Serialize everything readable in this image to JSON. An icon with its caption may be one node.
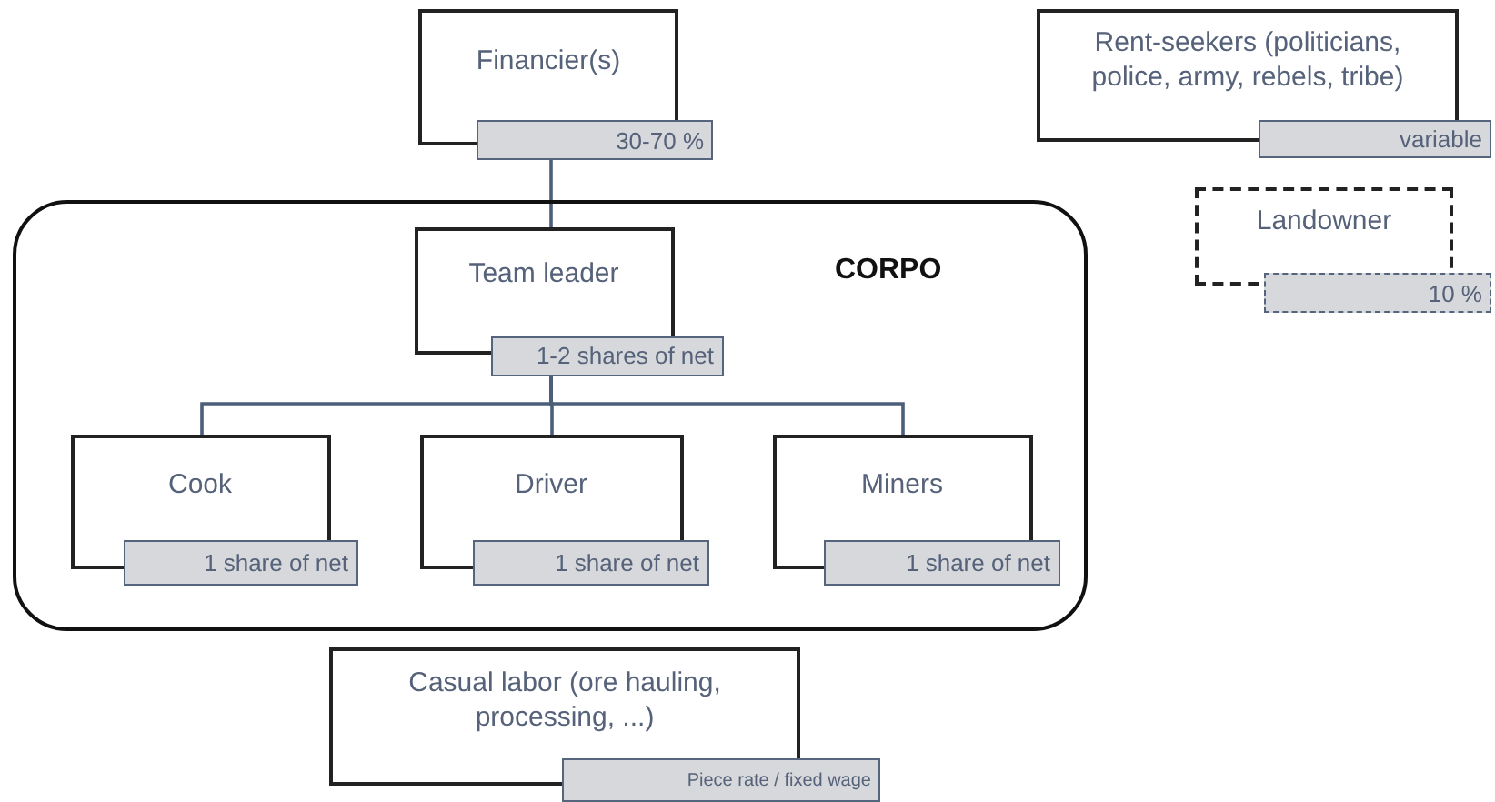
{
  "diagram": {
    "nodes": [
      {
        "text": [
          "Financier(s)",
          "30-70 %"
        ]
      },
      {
        "text": [
          "Rent-seekers (politicians, police, army, rebels, tribe)",
          "variable"
        ]
      },
      {
        "text": [
          "Landowner",
          "10 %"
        ]
      },
      {
        "text": [
          "CORPO"
        ]
      },
      {
        "text": [
          "Team leader",
          "1-2 shares of net"
        ],
        "in": 3
      },
      {
        "text": [
          "Cook",
          "1 share of net"
        ],
        "in": 3
      },
      {
        "text": [
          "Driver",
          "1 share of net"
        ],
        "in": 3
      },
      {
        "text": [
          "Miners",
          "1 share of net"
        ],
        "in": 3
      },
      {
        "text": [
          "Casual labor (ore hauling, processing, ...)",
          "Piece rate / fixed wage"
        ]
      }
    ],
    "edges": [
      {
        "from": 0,
        "to": 4,
        "arrow": "none"
      },
      {
        "from": 4,
        "to": 5,
        "arrow": "none"
      },
      {
        "from": 4,
        "to": 6,
        "arrow": "none"
      },
      {
        "from": 4,
        "to": 7,
        "arrow": "none"
      }
    ]
  }
}
